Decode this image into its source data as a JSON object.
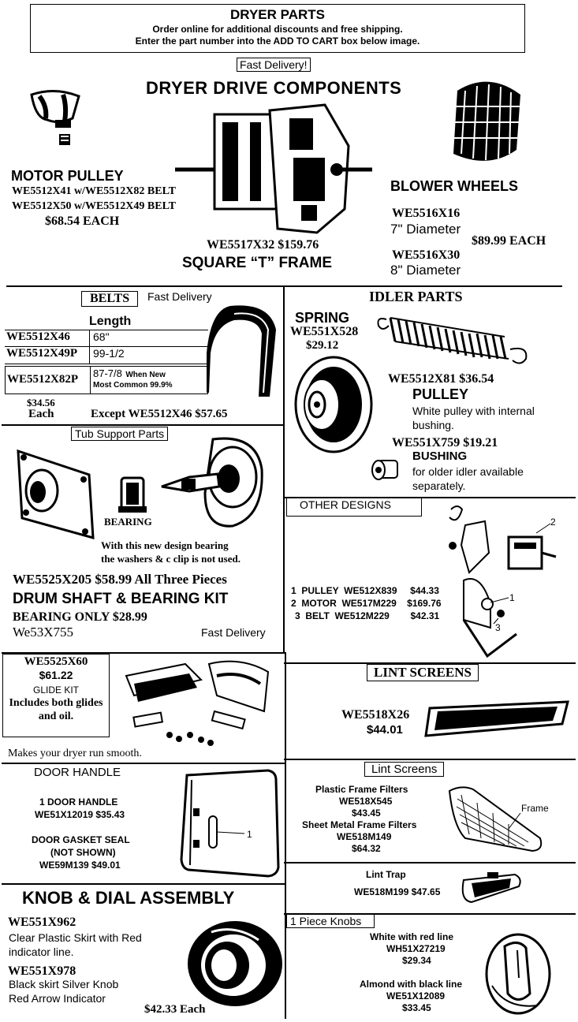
{
  "header": {
    "title": "DRYER PARTS",
    "line1": "Order online for additional discounts and free shipping.",
    "line2": "Enter the part number into the ADD TO CART box below image."
  },
  "drive": {
    "fast_delivery": "Fast Delivery!",
    "title": "DRYER DRIVE COMPONENTS",
    "motor_pulley": {
      "title": "MOTOR PULLEY",
      "line1": "WE5512X41 w/WE5512X82 BELT",
      "line2": "WE5512X50 w/WE5512X49 BELT",
      "price": "$68.54 EACH"
    },
    "motor": {
      "part": "WE5517X32 $159.76",
      "frame": "SQUARE “T” FRAME"
    },
    "blower": {
      "title": "BLOWER WHEELS",
      "part1": "WE5516X16",
      "dia1": "7\" Diameter",
      "price": "$89.99 EACH",
      "part2": "WE5516X30",
      "dia2": "8\" Diameter"
    }
  },
  "belts": {
    "title": "BELTS",
    "fast_delivery": "Fast Delivery",
    "length_header": "Length",
    "rows": [
      {
        "part": "WE5512X46",
        "length": "68\"",
        "note": ""
      },
      {
        "part": "WE5512X49P",
        "length": "99-1/2",
        "note": ""
      },
      {
        "part": "WE5512X82P",
        "length": "87-7/8",
        "note": "When New",
        "note2": "Most Common 99.9%"
      }
    ],
    "price": "$34.56",
    "each": "Each",
    "except": "Except WE5512X46  $57.65"
  },
  "idler": {
    "title": "IDLER PARTS",
    "spring_title": "SPRING",
    "spring_part": "WE551X528",
    "spring_price": "$29.12",
    "pulley_part": "WE5512X81  $36.54",
    "pulley_title": "PULLEY",
    "pulley_desc1": "White pulley with internal",
    "pulley_desc2": "bushing.",
    "bushing_part": "WE551X759 $19.21",
    "bushing_title": "BUSHING",
    "bushing_desc1": "for older idler available",
    "bushing_desc2": "separately."
  },
  "tub": {
    "title": "Tub Support Parts",
    "bearing_label": "BEARING",
    "note1": "With this new design bearing",
    "note2": "the washers & c clip is not used.",
    "kit_line": "WE5525X205  $58.99 All Three Pieces",
    "kit_title": "DRUM SHAFT & BEARING KIT",
    "bearing_only": "BEARING ONLY $28.99",
    "bearing_part": "We53X755",
    "fast_delivery": "Fast Delivery"
  },
  "other": {
    "title": "OTHER DESIGNS",
    "items": [
      "1  PULLEY  WE512X839     $44.33",
      "2  MOTOR  WE517M229    $169.76",
      "3  BELT  WE512M229        $42.31"
    ],
    "callout1": "1",
    "callout2": "2",
    "callout3": "3"
  },
  "glide": {
    "part": "WE5525X60",
    "price": "$61.22",
    "name": "GLIDE KIT",
    "desc1": "Includes both glides",
    "desc2": "and oil.",
    "footer": "Makes your dryer run smooth."
  },
  "lint1": {
    "title": "LINT SCREENS",
    "part": "WE5518X26",
    "price": "$44.01"
  },
  "door": {
    "title": "DOOR HANDLE",
    "item": "1  DOOR HANDLE",
    "item_part": "WE51X12019  $35.43",
    "seal1": "DOOR GASKET SEAL",
    "seal2": "(NOT SHOWN)",
    "seal_part": "WE59M139  $49.01",
    "callout": "1"
  },
  "lint2": {
    "title": "Lint Screens",
    "plastic": "Plastic Frame Filters",
    "plastic_part": "WE518X545",
    "plastic_price": "$43.45",
    "metal": "Sheet Metal Frame Filters",
    "metal_part": "WE518M149",
    "metal_price": "$64.32",
    "frame_label": "Frame",
    "trap": "Lint Trap",
    "trap_part": "WE518M199  $47.65"
  },
  "knob": {
    "title": "KNOB & DIAL ASSEMBLY",
    "part1": "WE551X962",
    "desc1a": "Clear Plastic Skirt with Red",
    "desc1b": "indicator line.",
    "part2": "WE551X978",
    "desc2a": "Black skirt Silver Knob",
    "desc2b": "Red Arrow Indicator",
    "price": "$42.33 Each"
  },
  "knobs1": {
    "title": "1 Piece Knobs",
    "white": "White with red line",
    "white_part": "WH51X27219",
    "white_price": "$29.34",
    "almond": "Almond with black line",
    "almond_part": "WE51X12089",
    "almond_price": "$33.45"
  }
}
